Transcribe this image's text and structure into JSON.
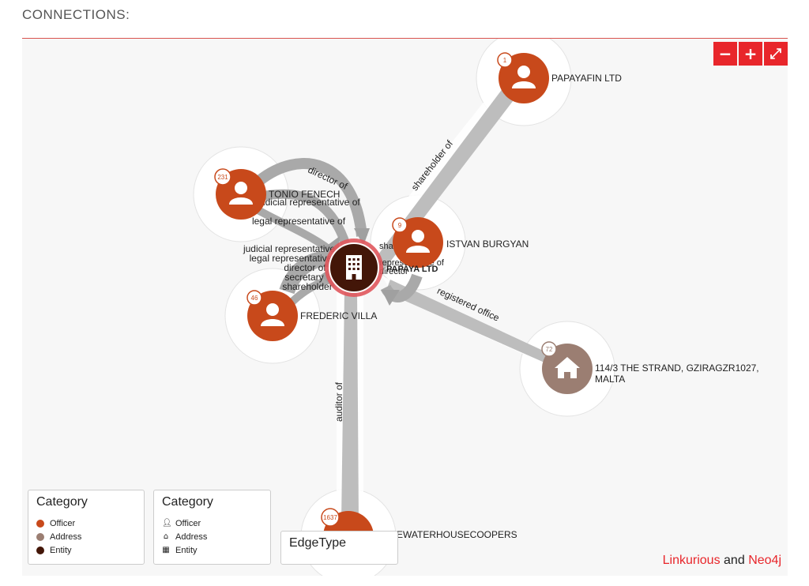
{
  "section": {
    "title": "CONNECTIONS:"
  },
  "controls": {
    "zoom_out": "−",
    "zoom_in": "+",
    "fullscreen": "⤢"
  },
  "colors": {
    "officer": "#c8491b",
    "address": "#9b7e72",
    "entity": "#431608",
    "accent": "#e8262b",
    "edge": "#b8b8b8"
  },
  "nodes": {
    "center": {
      "label": "PAPAYA LTD",
      "icon": "building-icon"
    },
    "papayafin": {
      "label": "PAPAYAFIN LTD",
      "badge": "1",
      "icon": "user-icon"
    },
    "tonio": {
      "label": "TONIO FENECH",
      "badge": "231",
      "icon": "user-icon"
    },
    "istvan": {
      "label": "ISTVAN BURGYAN",
      "badge": "9",
      "icon": "user-icon"
    },
    "frederic": {
      "label": "FREDERIC VILLA",
      "badge": "46",
      "icon": "user-icon"
    },
    "address": {
      "label_line1": "114/3  THE STRAND, GZIRAGZR1027,",
      "label_line2": "MALTA",
      "badge": "72",
      "icon": "home-icon"
    },
    "pwc": {
      "label": "EWATERHOUSECOOPERS",
      "badge": "1637",
      "icon": "user-icon"
    }
  },
  "edges": {
    "shareholder_of": "shareholder of",
    "registered_office": "registered office",
    "auditor_of": "auditor of",
    "tonio_director": "director of",
    "tonio_judicial": "judicial representative of",
    "tonio_legal": "legal representative of",
    "frederic_judicial": "judicial representative",
    "frederic_legal": "legal representative",
    "frederic_director": "director of",
    "frederic_secretary": "secretary",
    "frederic_shareholder": "shareholder",
    "istvan_shareholder": "shareholder",
    "istvan_representative": "representative of",
    "istvan_director": "director"
  },
  "legend_category_color": {
    "title": "Category",
    "items": [
      {
        "label": "Officer",
        "color": "#c8491b"
      },
      {
        "label": "Address",
        "color": "#9b7e72"
      },
      {
        "label": "Entity",
        "color": "#431608"
      }
    ]
  },
  "legend_category_icon": {
    "title": "Category",
    "items": [
      {
        "label": "Officer",
        "icon": "user-icon"
      },
      {
        "label": "Address",
        "icon": "home-icon"
      },
      {
        "label": "Entity",
        "icon": "building-icon"
      }
    ]
  },
  "legend_edge": {
    "title": "EdgeType"
  },
  "credit": {
    "brand1": "Linkurious",
    "and": "and",
    "brand2": "Neo4j"
  }
}
